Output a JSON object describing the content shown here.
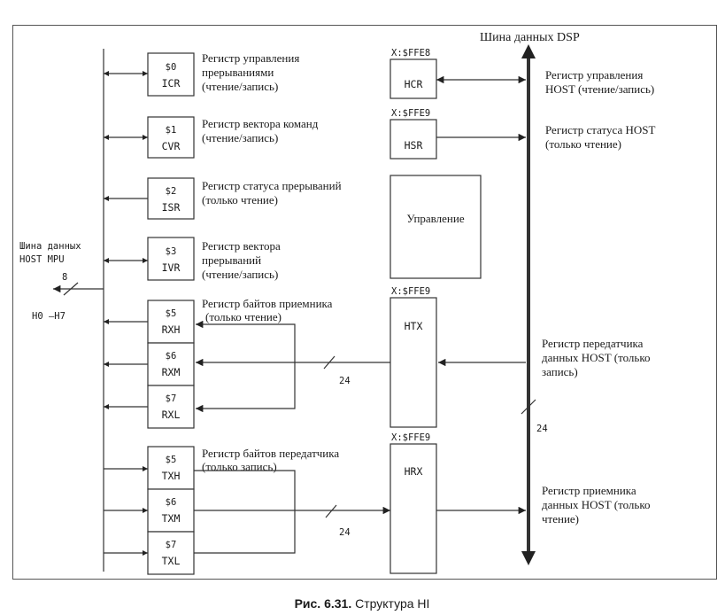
{
  "caption": {
    "bold": "Рис. 6.31.",
    "rest": " Структура HI"
  },
  "dsp_bus": {
    "title": "Шина данных  DSP",
    "width": "24"
  },
  "host_bus": {
    "title_line1": "Шина данных",
    "title_line2": "HOST MPU",
    "width": "8",
    "pins": "H0 –H7"
  },
  "left_registers": [
    {
      "addr": "$0",
      "name": "ICR",
      "desc": [
        "Регистр управления",
        "прерываниями",
        "(чтение/запись)"
      ]
    },
    {
      "addr": "$1",
      "name": "CVR",
      "desc": [
        "Регистр вектора команд",
        "(чтение/запись)"
      ]
    },
    {
      "addr": "$2",
      "name": "ISR",
      "desc": [
        "Регистр статуса прерываний",
        "(только  чтение)"
      ]
    },
    {
      "addr": "$3",
      "name": "IVR",
      "desc": [
        "Регистр вектора",
        "прерываний",
        "(чтение/запись)"
      ]
    }
  ],
  "receive_group": {
    "desc": [
      "Регистр байтов приемника",
      "(только чтение)"
    ],
    "registers": [
      {
        "addr": "$5",
        "name": "RXH"
      },
      {
        "addr": "$6",
        "name": "RXM"
      },
      {
        "addr": "$7",
        "name": "RXL"
      }
    ],
    "width": "24"
  },
  "transmit_group": {
    "desc": [
      "Регистр байтов передатчика",
      "(только запись)"
    ],
    "registers": [
      {
        "addr": "$5",
        "name": "TXH"
      },
      {
        "addr": "$6",
        "name": "TXM"
      },
      {
        "addr": "$7",
        "name": "TXL"
      }
    ],
    "width": "24"
  },
  "dsp_registers": [
    {
      "addr": "X:$FFE8",
      "name": "HCR",
      "desc": [
        "Регистр управления",
        "HOST (чтение/запись)"
      ]
    },
    {
      "addr": "X:$FFE9",
      "name": "HSR",
      "desc": [
        "Регистр статуса  HOST",
        "(только чтение)"
      ]
    },
    {
      "addr": "X:$FFE9",
      "name": "HTX",
      "desc": [
        "Регистр передатчика",
        "данных HOST (только",
        "запись)"
      ]
    },
    {
      "addr": "X:$FFE9",
      "name": "HRX",
      "desc": [
        "Регистр приемника",
        "данных HOST (только",
        "чтение)"
      ]
    }
  ],
  "control_block": {
    "label": "Управление"
  }
}
